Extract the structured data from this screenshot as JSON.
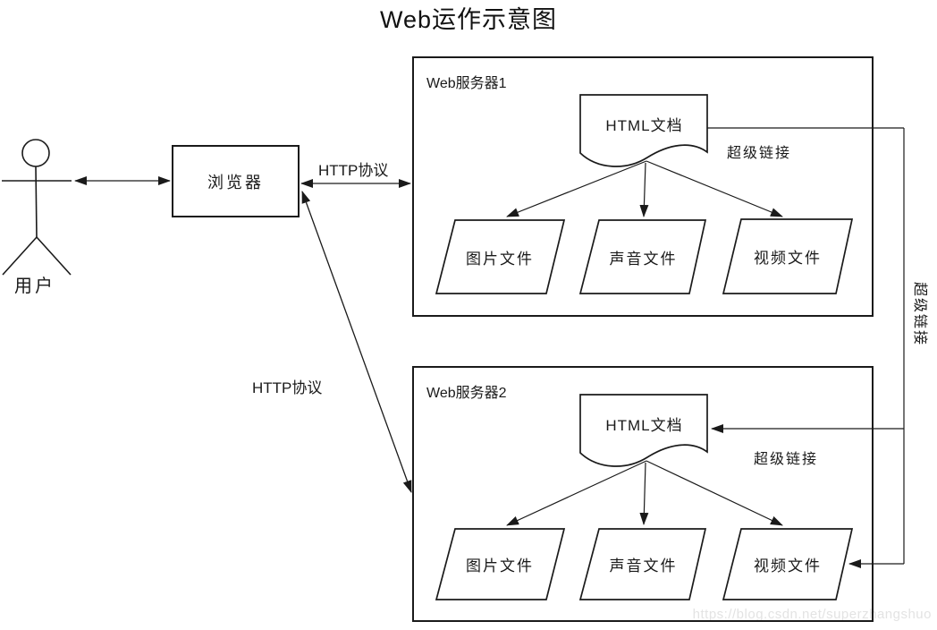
{
  "title": "Web运作示意图",
  "watermark": "https://blog.csdn.net/superzhangshuo",
  "user": {
    "label": "用户"
  },
  "browser": {
    "label": "浏览器"
  },
  "connections": {
    "http_protocol_1": "HTTP协议",
    "http_protocol_2": "HTTP协议",
    "hyperlink_server1": "超级链接",
    "hyperlink_server2": "超级链接",
    "hyperlink_vertical": "超级链接"
  },
  "servers": [
    {
      "label": "Web服务器1",
      "document_label": "HTML文档",
      "files": [
        "图片文件",
        "声音文件",
        "视频文件"
      ]
    },
    {
      "label": "Web服务器2",
      "document_label": "HTML文档",
      "files": [
        "图片文件",
        "声音文件",
        "视频文件"
      ]
    }
  ],
  "colors": {
    "line": "#1a1a1a",
    "text": "#1a1a1a",
    "watermark": "#e3e3e3",
    "background": "#ffffff"
  }
}
